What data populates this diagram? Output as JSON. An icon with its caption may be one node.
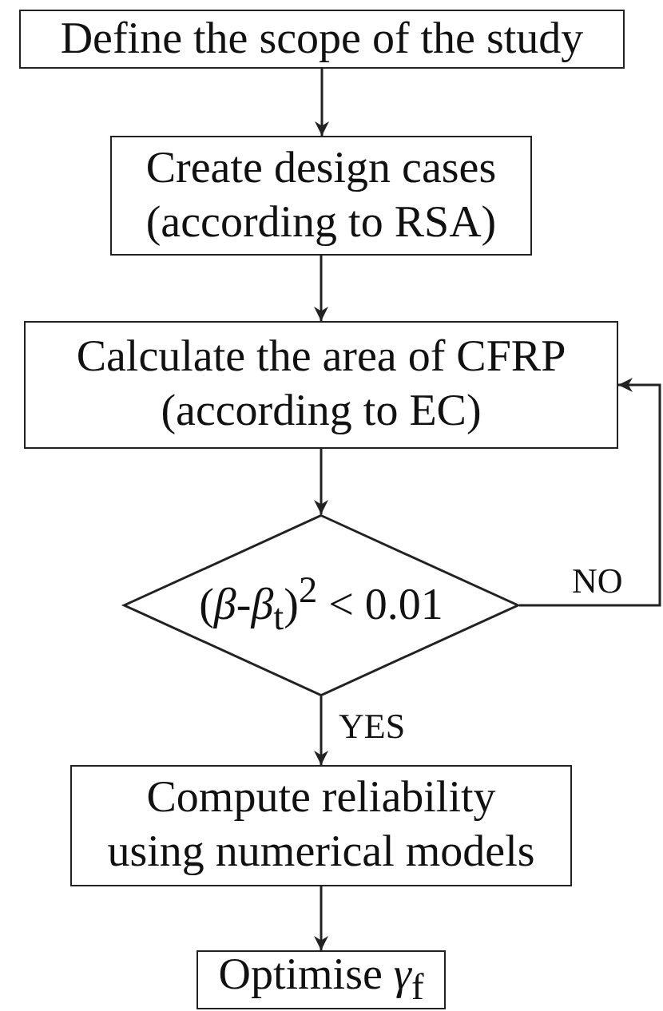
{
  "diagram": {
    "nodes": [
      {
        "text": [
          "Define the scope of the study"
        ]
      },
      {
        "text": [
          "Create design cases (according to RSA)"
        ]
      },
      {
        "text": [
          "Calculate the area of CFRP (according to EC)"
        ]
      },
      {
        "text": [
          "(*β*-*β*$_{t}$)$^{2}$ < 0.01"
        ]
      },
      {
        "text": [
          "Compute reliability using numerical models"
        ]
      },
      {
        "text": [
          "Optimise *γ*$_{f}$"
        ]
      }
    ],
    "edges": [
      {
        "from": 0,
        "to": 1,
        "arrow": "to"
      },
      {
        "from": 1,
        "to": 2,
        "arrow": "to"
      },
      {
        "from": 2,
        "to": 3,
        "arrow": "to"
      },
      {
        "from": 3,
        "to": 4,
        "arrow": "to",
        "label": "YES"
      },
      {
        "from": 4,
        "to": 5,
        "arrow": "to"
      },
      {
        "from": 3,
        "to": 2,
        "arrow": "to",
        "label": "NO"
      }
    ]
  }
}
